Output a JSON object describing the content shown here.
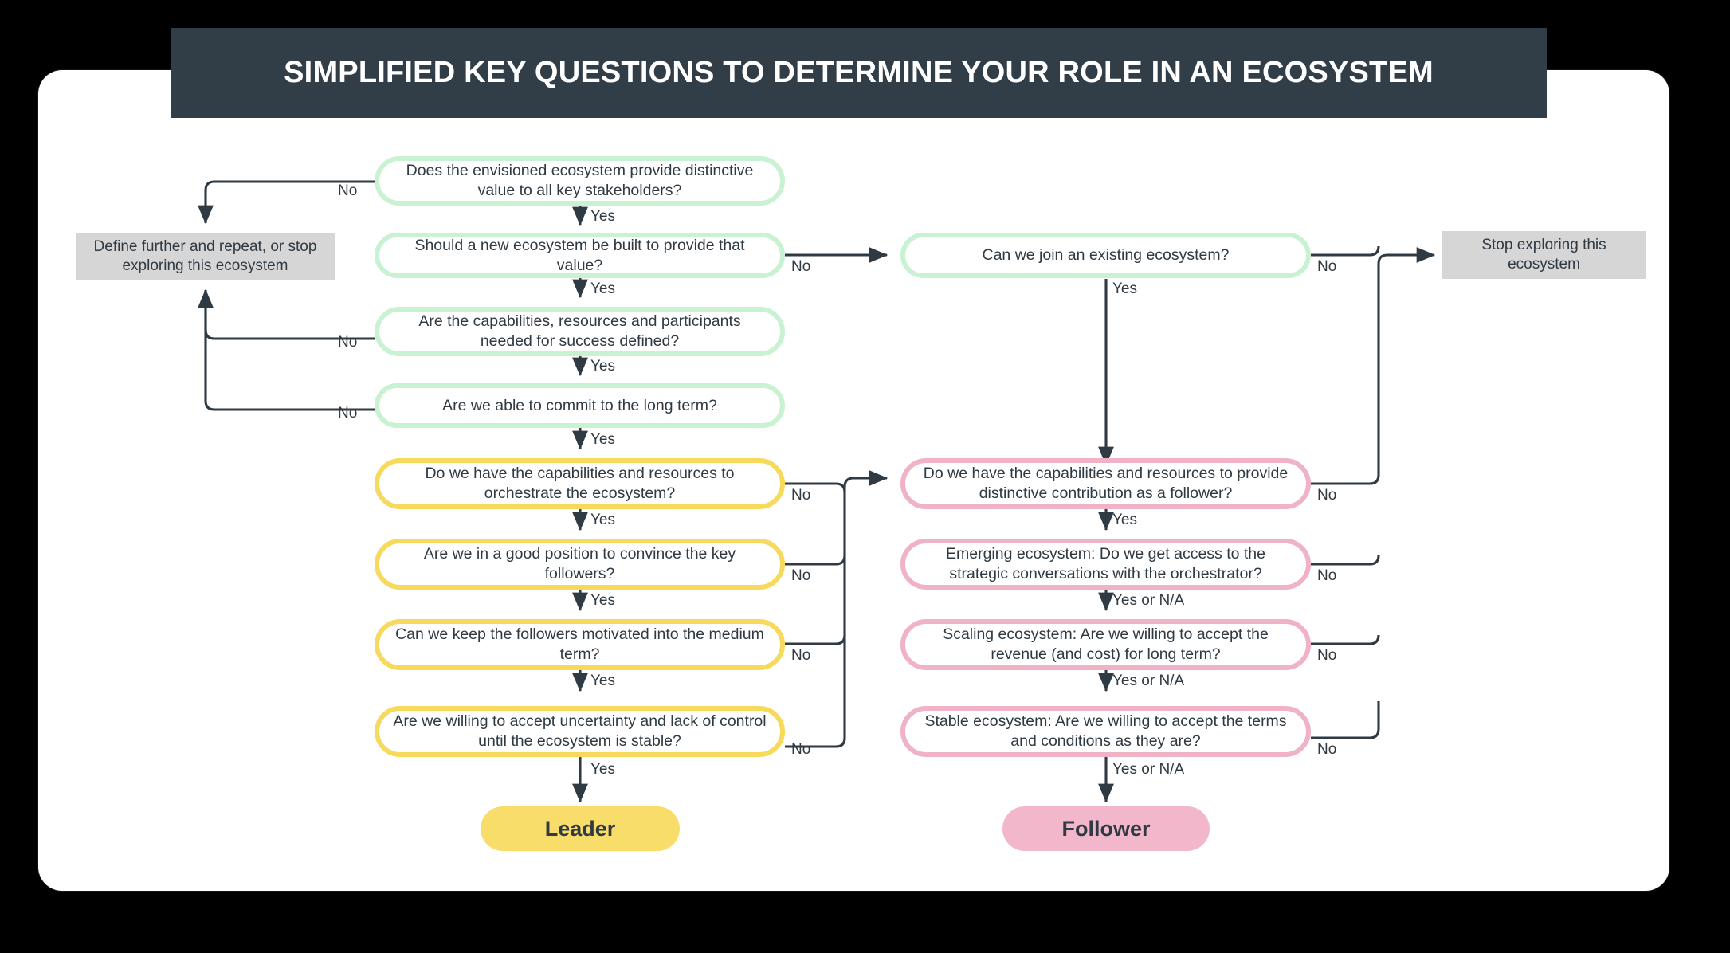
{
  "header": {
    "title": "SIMPLIFIED KEY QUESTIONS TO DETERMINE YOUR ROLE IN AN ECOSYSTEM"
  },
  "chart_data": {
    "type": "diagram",
    "title": "SIMPLIFIED KEY QUESTIONS TO DETERMINE YOUR ROLE IN AN ECOSYSTEM",
    "legend": [],
    "nodes": [
      {
        "id": "q1",
        "label": "Does the envisioned ecosystem provide distinctive value to all key stakeholders?",
        "shape": "rounded",
        "color": "#c9f2d2",
        "column": "left"
      },
      {
        "id": "q2",
        "label": "Should a new ecosystem be built to provide that value?",
        "shape": "rounded",
        "color": "#c9f2d2",
        "column": "left"
      },
      {
        "id": "q3",
        "label": "Are the capabilities, resources and participants needed for success defined?",
        "shape": "rounded",
        "color": "#c9f2d2",
        "column": "left"
      },
      {
        "id": "q4",
        "label": "Are we able to commit to the long term?",
        "shape": "rounded",
        "color": "#c9f2d2",
        "column": "left"
      },
      {
        "id": "q5",
        "label": "Do we have the capabilities and resources to orchestrate the ecosystem?",
        "shape": "rounded",
        "color": "#f7d95c",
        "column": "left"
      },
      {
        "id": "q6",
        "label": "Are we in a good position to convince the key followers?",
        "shape": "rounded",
        "color": "#f7d95c",
        "column": "left"
      },
      {
        "id": "q7",
        "label": "Can we keep the followers motivated into the medium term?",
        "shape": "rounded",
        "color": "#f7d95c",
        "column": "left"
      },
      {
        "id": "q8",
        "label": "Are we willing to accept uncertainty and lack of control until the ecosystem is stable?",
        "shape": "rounded",
        "color": "#f7d95c",
        "column": "left"
      },
      {
        "id": "r1",
        "label": "Can we join an existing ecosystem?",
        "shape": "rounded",
        "color": "#c9f2d2",
        "column": "right"
      },
      {
        "id": "r2",
        "label": "Do we have the capabilities and resources to provide distinctive contribution as a follower?",
        "shape": "rounded",
        "color": "#f0b2c7",
        "column": "right"
      },
      {
        "id": "r3",
        "label": "Emerging ecosystem: Do we get access to the strategic conversations with the orchestrator?",
        "shape": "rounded",
        "color": "#f0b2c7",
        "column": "right"
      },
      {
        "id": "r4",
        "label": "Scaling ecosystem: Are we willing to accept the revenue (and cost) for long term?",
        "shape": "rounded",
        "color": "#f0b2c7",
        "column": "right"
      },
      {
        "id": "r5",
        "label": "Stable ecosystem: Are we willing to accept the terms and conditions as they are?",
        "shape": "rounded",
        "color": "#f0b2c7",
        "column": "right"
      },
      {
        "id": "gleft",
        "label": "Define further and repeat, or stop exploring this ecosystem",
        "shape": "rect",
        "color": "#d6d6d6",
        "column": "far-left"
      },
      {
        "id": "gright",
        "label": "Stop exploring this ecosystem",
        "shape": "rect",
        "color": "#d6d6d6",
        "column": "far-right"
      },
      {
        "id": "leader",
        "label": "Leader",
        "shape": "pill",
        "color": "#f9dd6b",
        "column": "left"
      },
      {
        "id": "follower",
        "label": "Follower",
        "shape": "pill",
        "color": "#f2b7cb",
        "column": "right"
      }
    ],
    "edges": [
      {
        "from": "q1",
        "to": "q2",
        "label": "Yes"
      },
      {
        "from": "q1",
        "to": "gleft",
        "label": "No"
      },
      {
        "from": "q2",
        "to": "q3",
        "label": "Yes"
      },
      {
        "from": "q2",
        "to": "r1",
        "label": "No"
      },
      {
        "from": "q3",
        "to": "q4",
        "label": "Yes"
      },
      {
        "from": "q3",
        "to": "gleft",
        "label": "No"
      },
      {
        "from": "q4",
        "to": "q5",
        "label": "Yes"
      },
      {
        "from": "q4",
        "to": "gleft",
        "label": "No"
      },
      {
        "from": "q5",
        "to": "q6",
        "label": "Yes"
      },
      {
        "from": "q5",
        "to": "r2",
        "label": "No"
      },
      {
        "from": "q6",
        "to": "q7",
        "label": "Yes"
      },
      {
        "from": "q6",
        "to": "r2",
        "label": "No"
      },
      {
        "from": "q7",
        "to": "q8",
        "label": "Yes"
      },
      {
        "from": "q7",
        "to": "r2",
        "label": "No"
      },
      {
        "from": "q8",
        "to": "leader",
        "label": "Yes"
      },
      {
        "from": "q8",
        "to": "r2",
        "label": "No"
      },
      {
        "from": "r1",
        "to": "r2",
        "label": "Yes"
      },
      {
        "from": "r1",
        "to": "gright",
        "label": "No"
      },
      {
        "from": "r2",
        "to": "r3",
        "label": "Yes"
      },
      {
        "from": "r2",
        "to": "gright",
        "label": "No"
      },
      {
        "from": "r3",
        "to": "r4",
        "label": "Yes or N/A"
      },
      {
        "from": "r3",
        "to": "gright",
        "label": "No"
      },
      {
        "from": "r4",
        "to": "r5",
        "label": "Yes or N/A"
      },
      {
        "from": "r4",
        "to": "gright",
        "label": "No"
      },
      {
        "from": "r5",
        "to": "follower",
        "label": "Yes or N/A"
      },
      {
        "from": "r5",
        "to": "gright",
        "label": "No"
      }
    ],
    "edge_labels": {
      "q1_no": "No",
      "q1_yes": "Yes",
      "q2_no": "No",
      "q2_yes": "Yes",
      "q3_no": "No",
      "q3_yes": "Yes",
      "q4_no": "No",
      "q4_yes": "Yes",
      "q5_no": "No",
      "q5_yes": "Yes",
      "q6_no": "No",
      "q6_yes": "Yes",
      "q7_no": "No",
      "q7_yes": "Yes",
      "q8_no": "No",
      "q8_yes": "Yes",
      "r1_no": "No",
      "r1_yes": "Yes",
      "r2_no": "No",
      "r2_yes": "Yes",
      "r3_no": "No",
      "r3_yes": "Yes or N/A",
      "r4_no": "No",
      "r4_yes": "Yes or N/A",
      "r5_no": "No",
      "r5_yes": "Yes or N/A"
    },
    "colors": {
      "title_bar": "#323e47",
      "card": "#ffffff",
      "page": "#000000",
      "green": "#c9f2d2",
      "yellow": "#f7d95c",
      "pink": "#f0b2c7",
      "gray": "#d6d6d6",
      "leader_fill": "#f9dd6b",
      "follower_fill": "#f2b7cb",
      "line": "#2f3a43",
      "text": "#2f3a43"
    }
  }
}
